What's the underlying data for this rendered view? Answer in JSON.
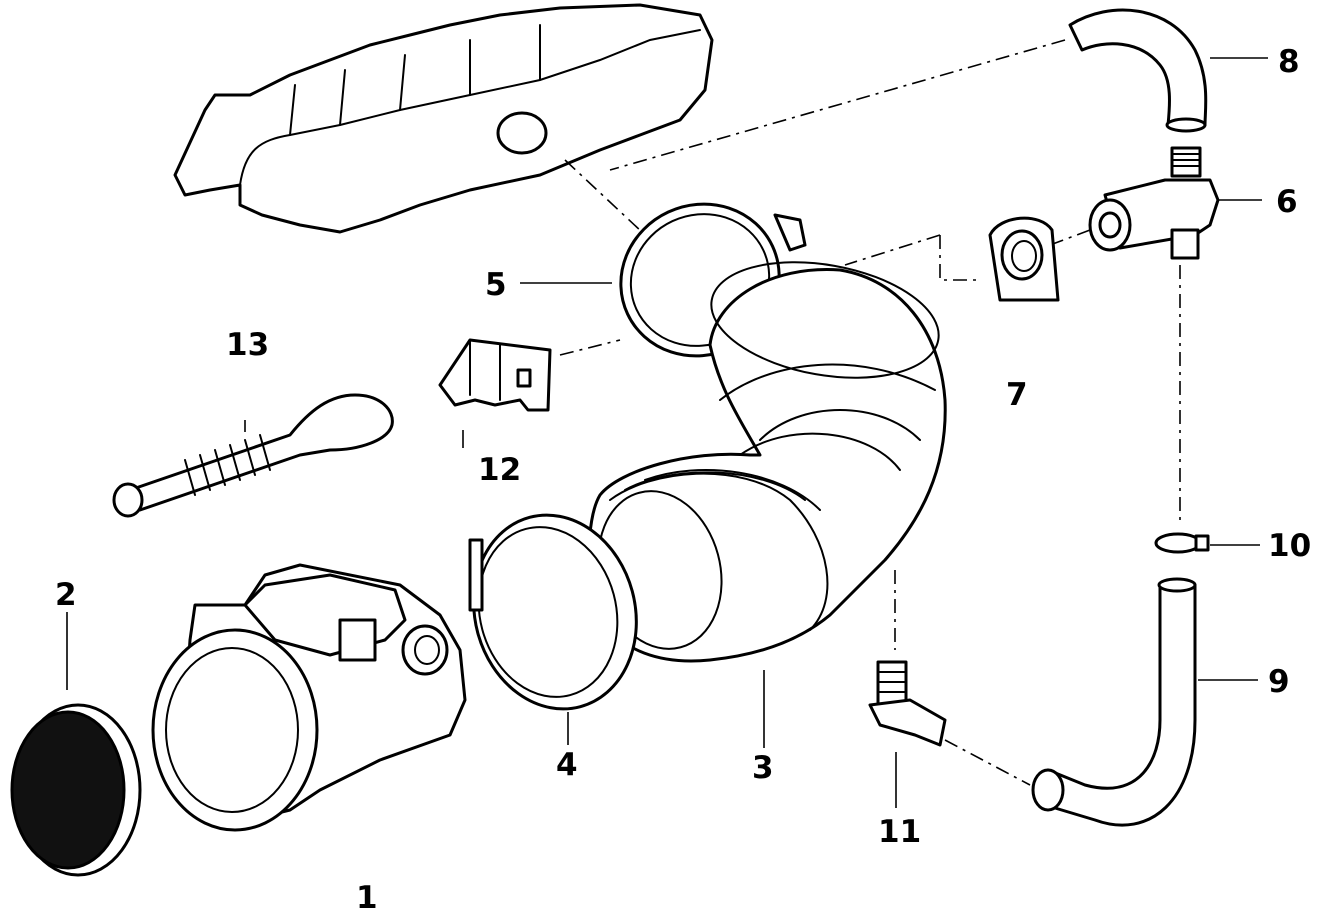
{
  "diagram": {
    "labels": {
      "l1": "1",
      "l2": "2",
      "l3": "3",
      "l4": "4",
      "l5": "5",
      "l6": "6",
      "l7": "7",
      "l8": "8",
      "l9": "9",
      "l10": "10",
      "l11": "11",
      "l12": "12",
      "l13": "13"
    }
  }
}
